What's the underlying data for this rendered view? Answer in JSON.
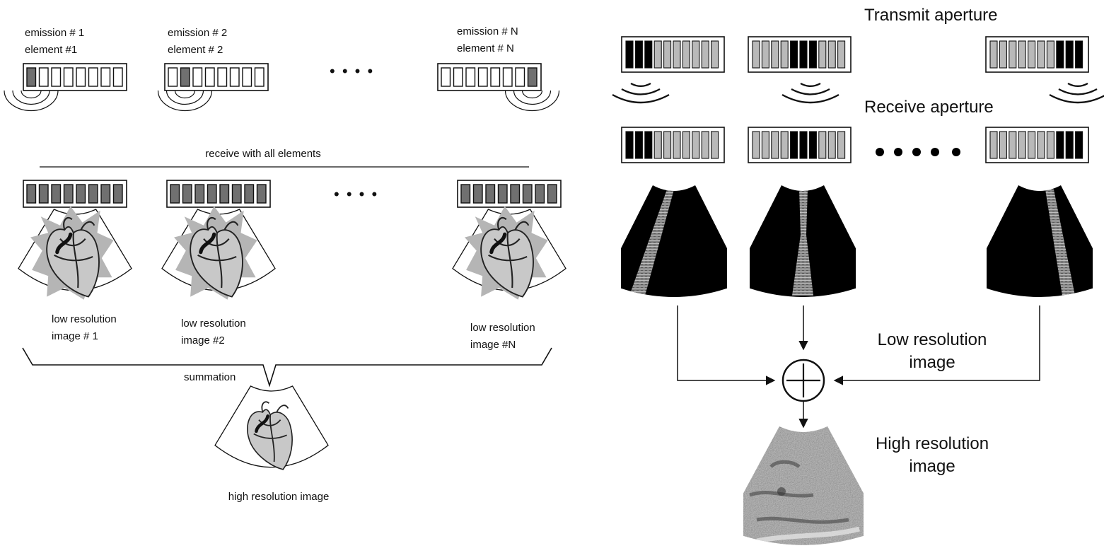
{
  "left_panel": {
    "emissions": [
      {
        "emission": "emission # 1",
        "element": "element #1",
        "active_index": 0
      },
      {
        "emission": "emission # 2",
        "element": "element # 2",
        "active_index": 1
      },
      {
        "emission": "emission # N",
        "element": "element # N",
        "active_index": 7
      }
    ],
    "dots": "• • • •",
    "receive_label": "receive with all elements",
    "low_res": [
      {
        "line1": "low resolution",
        "line2": "image # 1"
      },
      {
        "line1": "low resolution",
        "line2": "image #2"
      },
      {
        "line1": "low resolution",
        "line2": "image #N"
      }
    ],
    "summation_label": "summation",
    "high_res_label": "high resolution image"
  },
  "right_panel": {
    "transmit_label": "Transmit aperture",
    "receive_label": "Receive aperture",
    "low_res_label_line1": "Low resolution",
    "low_res_label_line2": "image",
    "high_res_label_line1": "High resolution",
    "high_res_label_line2": "image",
    "apertures": [
      {
        "active": [
          1,
          2,
          3
        ]
      },
      {
        "active": [
          5,
          6,
          7
        ]
      },
      {
        "active": [
          8,
          9,
          10
        ]
      }
    ]
  },
  "colors": {
    "line": "#111111",
    "active_element": "#000000",
    "inactive_element": "#b9b9b9",
    "left_active": "#707070",
    "heart_shadow": "#b5b5b5"
  }
}
